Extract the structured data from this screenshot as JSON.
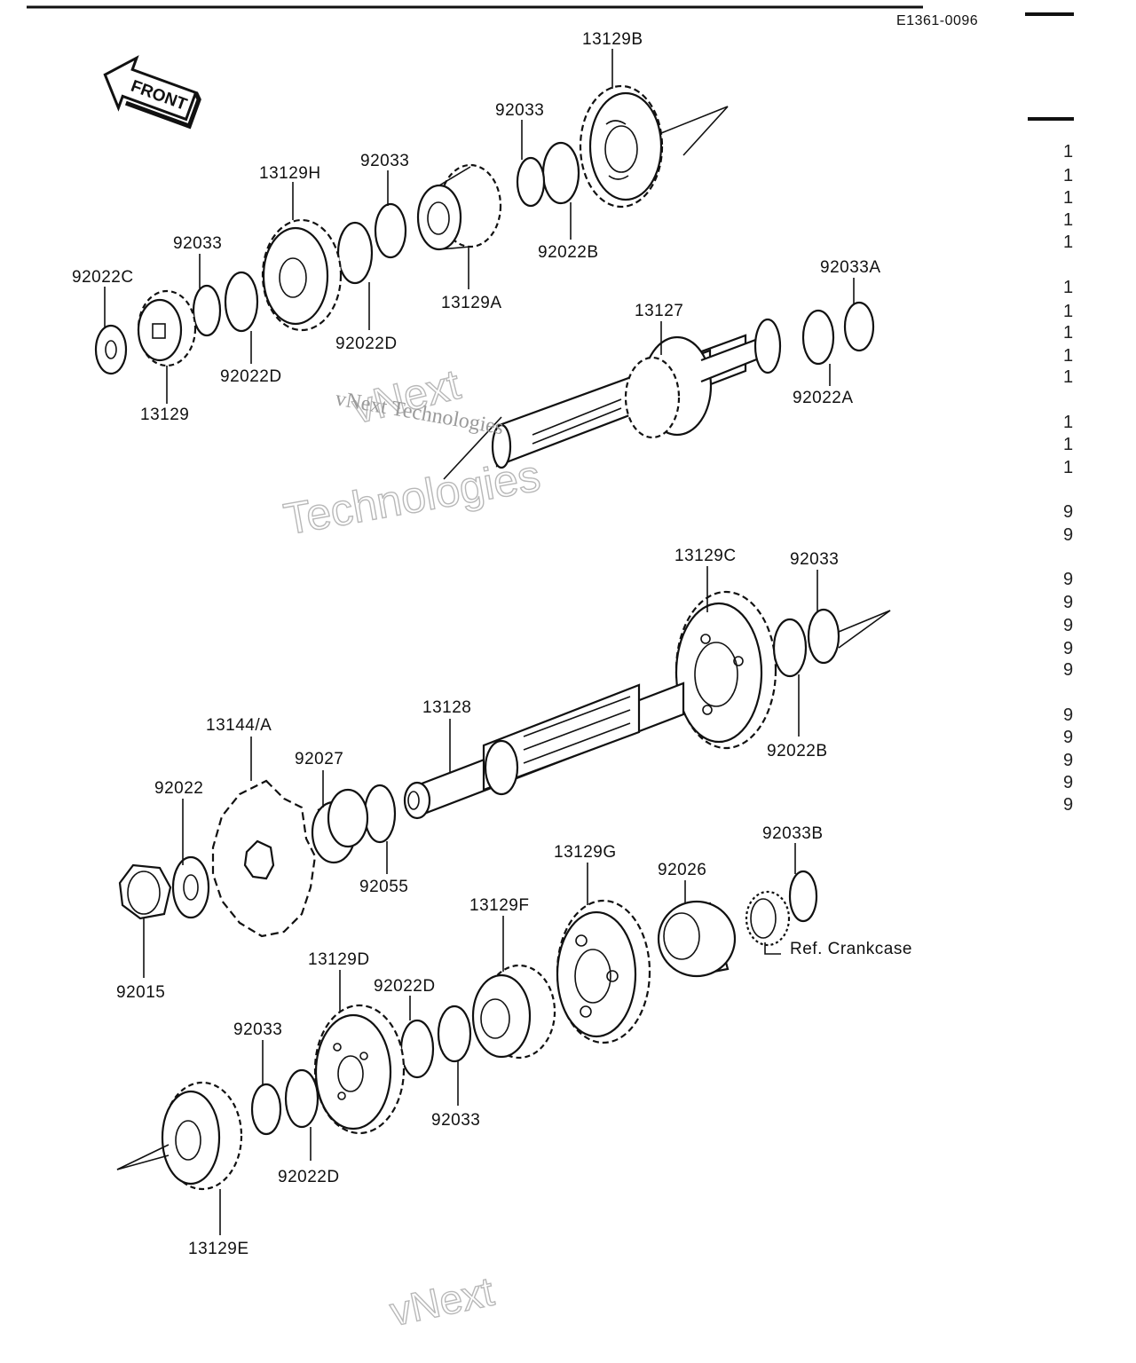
{
  "diagram_code": "E1361-0096",
  "front_label": "FRONT",
  "ref_note": "Ref.  Crankcase",
  "watermark": {
    "line1": "vNext",
    "line2": "Technologies",
    "inline": "vNext Technologies"
  },
  "parts": {
    "p13129B": "13129B",
    "p92033_top": "92033",
    "p92022B_top": "92022B",
    "p13129H": "13129H",
    "p92033_mid": "92033",
    "p13129A": "13129A",
    "p92033_left": "92033",
    "p92022C": "92022C",
    "p92022D_a": "92022D",
    "p92022D_b": "92022D",
    "p13129": "13129",
    "p92033A": "92033A",
    "p13127": "13127",
    "p92022A": "92022A",
    "p13129C": "13129C",
    "p92033_out": "92033",
    "p92022B_out": "92022B",
    "p13128": "13128",
    "p13144A": "13144/A",
    "p92027": "92027",
    "p92022": "92022",
    "p92055": "92055",
    "p92015": "92015",
    "p13129G": "13129G",
    "p92026": "92026",
    "p92033B": "92033B",
    "p13129F": "13129F",
    "p13129D": "13129D",
    "p92022D_c": "92022D",
    "p92033_low": "92033",
    "p92033_bot": "92033",
    "p92022D_d": "92022D",
    "p13129E": "13129E"
  },
  "edge_digits": [
    "1",
    "1",
    "1",
    "1",
    "1",
    "1",
    "1",
    "1",
    "1",
    "1",
    "1",
    "1",
    "1",
    "9",
    "9",
    "9",
    "9",
    "9",
    "9",
    "9",
    "9",
    "9",
    "9",
    "9",
    "9"
  ]
}
